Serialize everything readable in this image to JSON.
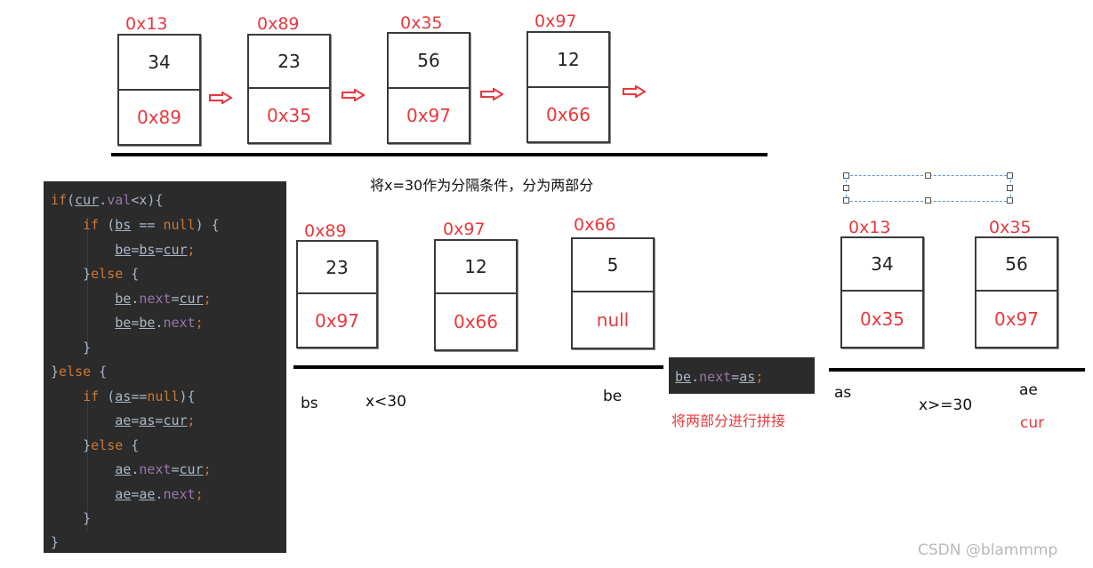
{
  "top_list": [
    {
      "addr": "0x13",
      "val": "34",
      "next": "0x89"
    },
    {
      "addr": "0x89",
      "val": "23",
      "next": "0x35"
    },
    {
      "addr": "0x35",
      "val": "56",
      "next": "0x97"
    },
    {
      "addr": "0x97",
      "val": "12",
      "next": "0x66"
    }
  ],
  "split_caption": "将x=30作为分隔条件，分为两部分",
  "left_list": [
    {
      "addr": "0x89",
      "val": "23",
      "next": "0x97"
    },
    {
      "addr": "0x97",
      "val": "12",
      "next": "0x66"
    },
    {
      "addr": "0x66",
      "val": "5",
      "next": "null"
    }
  ],
  "right_list": [
    {
      "addr": "0x13",
      "val": "34",
      "next": "0x35"
    },
    {
      "addr": "0x35",
      "val": "56",
      "next": "0x97"
    }
  ],
  "labels": {
    "bs": "bs",
    "x_lt": "x<30",
    "be": "be",
    "as": "as",
    "x_ge": "x>=30",
    "ae": "ae",
    "cur": "cur",
    "join": "将两部分进行拼接"
  },
  "snippet": {
    "be": "be",
    "next": "next",
    "as": "as"
  },
  "watermark": "CSDN @blammmp",
  "colors": {
    "accent_red": "#e8383d",
    "code_bg": "#2b2b2b"
  }
}
